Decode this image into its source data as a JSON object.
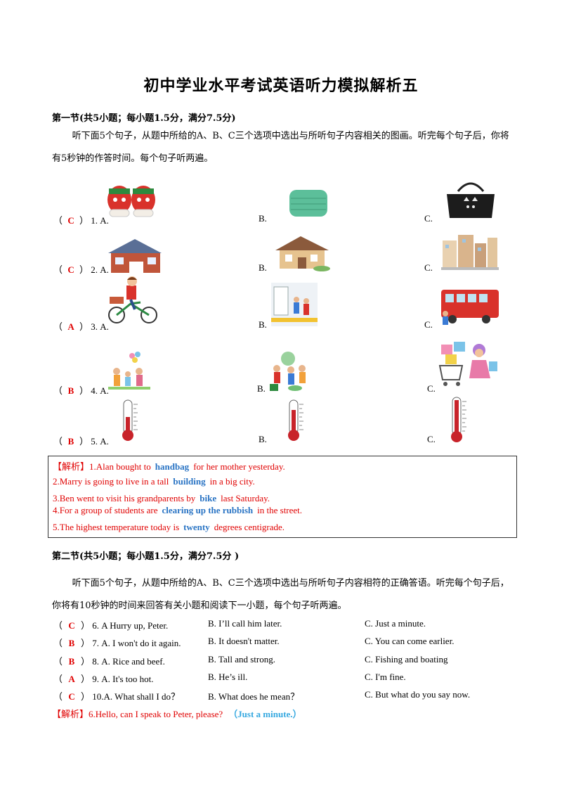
{
  "title": "初中学业水平考试英语听力模拟解析五",
  "section1": {
    "heading": "第一节(共5小题；每小题1.5分，满分7.5分)",
    "instructions": "听下面5个句子，从题中所给的A、B、C三个选项中选出与所听句子内容相关的图画。听完每个句子后，你将有5秒钟的作答时间。每个句子听两遍。",
    "questions": [
      {
        "paren_open": "（",
        "answer": "C",
        "paren_close": "）",
        "num": "1. A.",
        "b": "B.",
        "c": "C.",
        "pictures": [
          "mittens-picture",
          "face-mask-picture",
          "handbag-picture"
        ]
      },
      {
        "paren_open": "（",
        "answer": "C",
        "paren_close": "）",
        "num": "2. A.",
        "b": "B.",
        "c": "C.",
        "pictures": [
          "house-picture",
          "cottage-picture",
          "city-buildings-picture"
        ]
      },
      {
        "paren_open": "（",
        "answer": "A",
        "paren_close": "）",
        "num": "3. A.",
        "b": "B.",
        "c": "C.",
        "pictures": [
          "boy-on-bike-picture",
          "subway-station-picture",
          "bus-picture"
        ]
      },
      {
        "paren_open": "（",
        "answer": "B",
        "paren_close": "）",
        "num": "4. A.",
        "b": "B.",
        "c": "C.",
        "pictures": [
          "family-picnic-picture",
          "students-cleaning-picture",
          "girl-shopping-picture"
        ]
      },
      {
        "paren_open": "（",
        "answer": "B",
        "paren_close": "）",
        "num": "5. A.",
        "b": "B.",
        "c": "C.",
        "pictures": [
          "thermometer-low-picture",
          "thermometer-mid-picture",
          "thermometer-high-picture"
        ]
      }
    ]
  },
  "analysis1": {
    "tag": "【解析】",
    "lines": [
      {
        "pre": "1.Alan  bought  to",
        "kw": "handbag",
        "post": "for her mother yesterday."
      },
      {
        "pre": "2.Marry is going to live in a tall",
        "kw": "building",
        "post": "in a big city."
      },
      {
        "pre": "3.Ben went to visit his grandparents by",
        "kw": "bike",
        "post": "last Saturday."
      },
      {
        "pre": "4.For a group of students are",
        "kw": "clearing up the rubbish",
        "post": "in the street."
      },
      {
        "pre": "5.The highest temperature today is",
        "kw": "twenty",
        "post": "degrees centigrade."
      }
    ]
  },
  "section2": {
    "heading": "第二节(共5小题；每小题1.5分，满分7.5分      )",
    "instructions": "听下面5个句子，从题中所给的A、B、C三个选项中选出与所听句子内容相符的正确答语。听完每个句子后，你将有10秒钟的时间来回答有关小题和阅读下一小题，每个句子听两遍。",
    "questions": [
      {
        "paren_open": "（",
        "answer": "C",
        "paren_close": "）",
        "a": "6. A Hurry up, Peter.",
        "b": "B. I’ll call him later.",
        "c": "C. Just a minute."
      },
      {
        "paren_open": "（",
        "answer": "B",
        "paren_close": "）",
        "a": "7. A. I won't do it again.",
        "b": "B. It doesn't matter.",
        "c": "C. You can come earlier."
      },
      {
        "paren_open": "（",
        "answer": "B",
        "paren_close": "）",
        "a": "8. A. Rice and beef.",
        "b": "B. Tall and strong.",
        "c": "C. Fishing and boating"
      },
      {
        "paren_open": "（",
        "answer": "A",
        "paren_close": "）",
        "a": "9. A. It's too hot.",
        "b": "B. He’s ill.",
        "c": "C. I'm fine."
      },
      {
        "paren_open": "（",
        "answer": "C",
        "paren_close": "）",
        "a": "10.A. What shall I do？",
        "b": "B. What does he mean？",
        "c": "C. But what do you say now."
      }
    ]
  },
  "analysis2": {
    "tag": "【解析】",
    "text": "6.Hello, can I speak to Peter, please?",
    "kw": "（Just  a  minute.）"
  },
  "colors": {
    "answer": "#e00000",
    "keyword": "#2a74c4",
    "keyword_light": "#35a8e0"
  }
}
